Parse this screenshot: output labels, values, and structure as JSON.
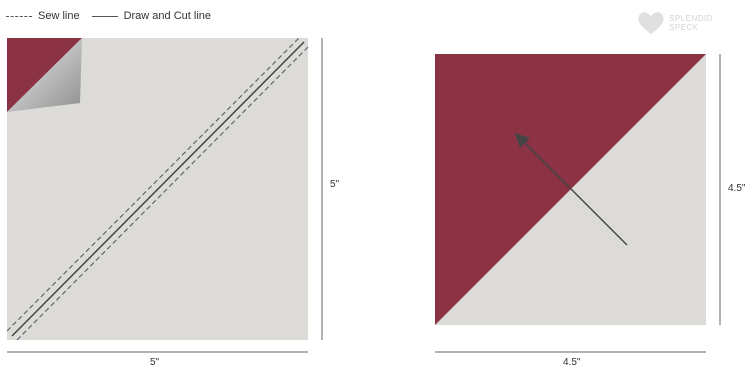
{
  "legend": {
    "sew_line": "Sew line",
    "cut_line": "Draw and Cut line"
  },
  "left_square": {
    "width_label": "5\"",
    "height_label": "5\""
  },
  "right_square": {
    "width_label": "4.5\"",
    "height_label": "4.5\""
  },
  "logo": {
    "line1": "SPLENDID",
    "line2": "SPECK"
  },
  "colors": {
    "background_fabric": "#dcdbd7",
    "accent_fabric": "#8b3344",
    "line": "#555555"
  }
}
